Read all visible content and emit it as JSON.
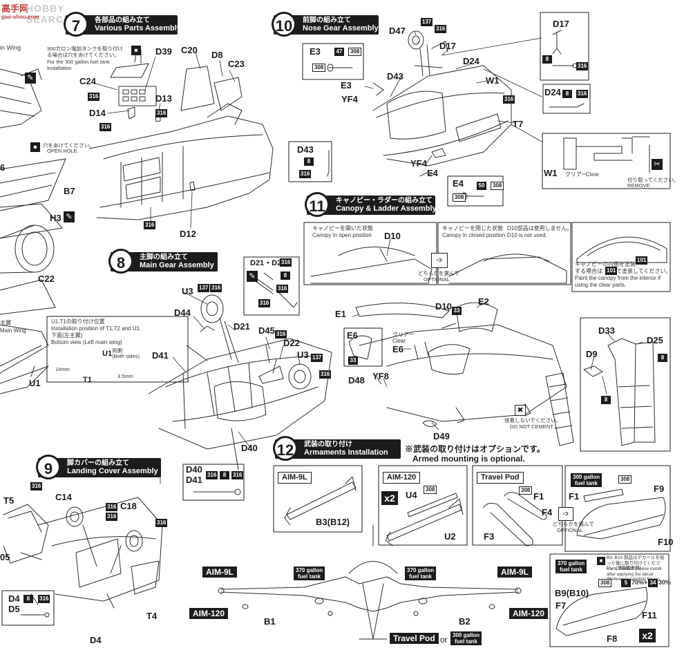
{
  "watermark": {
    "logo": "高手网",
    "text": "HOBBY SEARCH",
    "sub": "gao-shou.com"
  },
  "steps": {
    "s7": {
      "num": "7",
      "jp": "各部品の組み立て",
      "en": "Various Parts Assembly"
    },
    "s8": {
      "num": "8",
      "jp": "主脚の組み立て",
      "en": "Main Gear Assembly"
    },
    "s9": {
      "num": "9",
      "jp": "脚カバーの組み立て",
      "en": "Landing Cover Assembly"
    },
    "s10": {
      "num": "10",
      "jp": "前脚の組み立て",
      "en": "Nose Gear Assembly"
    },
    "s11": {
      "num": "11",
      "jp": "キャノピー・ラダーの組み立て",
      "en": "Canopy & Ladder Assembly"
    },
    "s12": {
      "num": "12",
      "jp": "武装の取り付け",
      "en": "Armaments Installation"
    }
  },
  "left_edge": {
    "wing": "in Wing",
    "open_hole_jp": "穴をあけてください。",
    "open_hole_en": "OPEN HOLE",
    "b7": "B7",
    "h3": "H3",
    "c22": "C22",
    "main_jp": "主翼",
    "main_en": "Main Wing",
    "u1": "U1",
    "six": "6",
    "o5": "05"
  },
  "u1_box": {
    "jp": "U1,T1の取り付け位置",
    "en1": "Installation position of T1,T2 and U1.",
    "jp2": "下面(左主翼)",
    "en2": "Bottom view (Left main wing)",
    "u1": "U1",
    "both_jp": "両側",
    "both_en": "(Both sides)",
    "mm14": "14mm",
    "mm35": "3.5mm",
    "t1": "T1"
  },
  "step7": {
    "note_jp1": "300ガロン増加タンクを取り付け",
    "note_jp2": "る場合は穴をあけてください。",
    "note_en1": "For the 300 gallon fuel tank",
    "note_en2": "installation",
    "c24": "C24",
    "d39": "D39",
    "c20": "C20",
    "d8": "D8",
    "c23": "C23",
    "d13": "D13",
    "d14": "D14",
    "d12": "D12",
    "c316": "316"
  },
  "step8": {
    "d21d22": "D21・D22",
    "c316": "316",
    "c8": "8",
    "c137": "137",
    "u3": "U3",
    "d44": "D44",
    "d21": "D21",
    "d45": "D45",
    "d22": "D22",
    "d41": "D41",
    "d40": "D40",
    "d40b": "D40",
    "d41b": "D41"
  },
  "step9": {
    "t5": "T5",
    "c14": "C14",
    "c18": "C18",
    "c316": "316",
    "t4": "T4",
    "d4": "D4",
    "d4b": "D4",
    "d5": "D5",
    "c8": "8"
  },
  "step10": {
    "d47": "D47",
    "c137": "137",
    "c316": "316",
    "e3": "E3",
    "c47": "47",
    "c308": "308",
    "d17": "D17",
    "d24": "D24",
    "w1": "W1",
    "t7": "T7",
    "d43": "D43",
    "yf4": "YF4",
    "e4": "E4",
    "c50": "50",
    "c8": "8",
    "clear_jp": "クリアー",
    "clear_en": "Clear",
    "remove_jp": "切り取ってください。",
    "remove_en": "REMOVE"
  },
  "step11": {
    "open_jp": "キャノピーを開いた状態",
    "open_en": "Canopy in open position",
    "d10": "D10",
    "closed_jp": "キャノピーを閉じた状態",
    "closed_note_jp": "D10部品は使用しません。",
    "closed_en": "Canopy in closed position",
    "closed_note_en": "D10 is not used.",
    "opt_jp": "どちらかを選んで",
    "opt_en": "OPTIONAL",
    "paint_jp1": "キャノピーの内側を塗装",
    "paint_jp2": "する場合は",
    "paint_jp3": "で塗装してください。",
    "paint_en1": "Paint the canopy from the interior if",
    "paint_en2": "using the clear parts.",
    "c101": "101",
    "e1": "E1",
    "e2": "E2",
    "c33": "33",
    "e6": "E6",
    "clear_jp": "クリアー",
    "clear_en": "Clear",
    "d48": "D48",
    "yf8": "YF8",
    "d49": "D49",
    "nocement_jp": "接着しないでください。",
    "nocement_en": "DO NOT CEMENT",
    "d33": "D33",
    "d25": "D25",
    "d9": "D9",
    "c8": "8"
  },
  "step12": {
    "optional_jp": "※武装の取り付けはオプションです。",
    "optional_en": "Armed mounting is optional.",
    "aim9l": "AIM-9L",
    "b3": "B3(B12)",
    "aim120": "AIM-120",
    "x2": "x2",
    "u4": "U4",
    "u2": "U2",
    "c308": "308",
    "travel": "Travel Pod",
    "f1": "F1",
    "f3": "F3",
    "f4": "F4",
    "opt_jp": "どちらかを選んで",
    "opt_en": "OPTIONAL",
    "g300a": "300 gallon",
    "g300b": "fuel tank",
    "f9": "F9",
    "f10": "F10",
    "g370a": "370 gallon",
    "g370b": "fuel tank",
    "b9b10": "B9(B10)",
    "f7": "F7",
    "f11": "F11",
    "f8": "F8",
    "c5": "5",
    "pct70": "70%+",
    "c34": "34",
    "pct30": "30%",
    "decal_jp": "B9, B10 部品はデカールを貼った後に取り付けてください。(塗装図参照)",
    "decal_en": "Parts, B9/B10 please install after applying the decal (Reference painting figure)",
    "b1": "B1",
    "b2": "B2",
    "or": "or",
    "x2b": "x2"
  }
}
